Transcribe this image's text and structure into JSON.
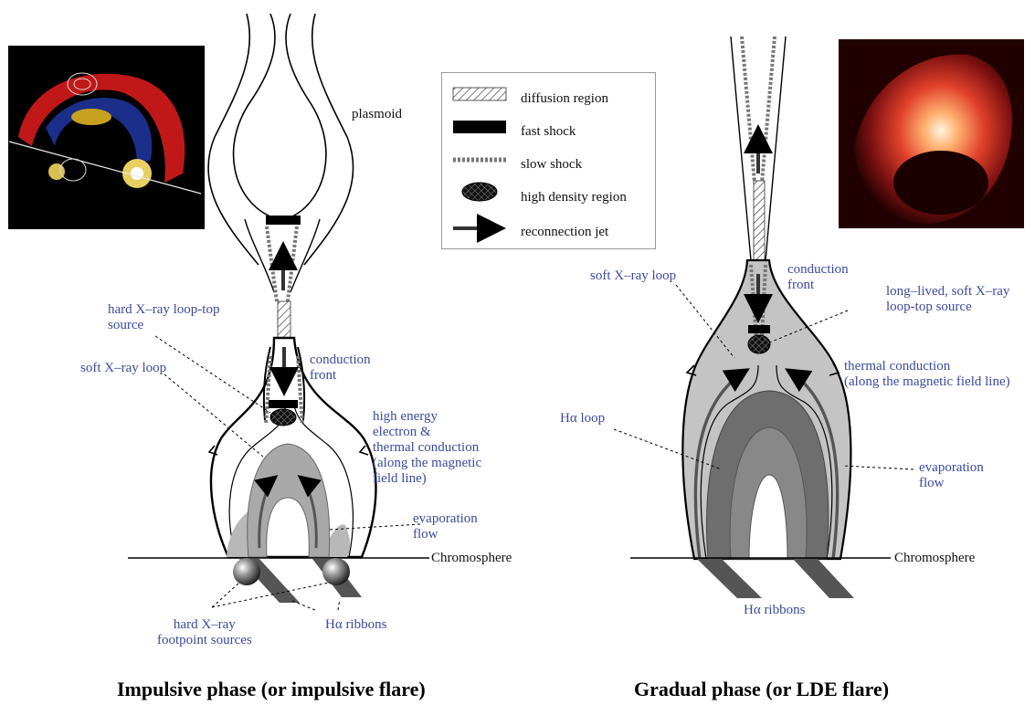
{
  "legend": {
    "items": [
      {
        "label": "diffusion region",
        "icon": "hatched-rectangle"
      },
      {
        "label": "fast shock",
        "icon": "black-bar"
      },
      {
        "label": "slow shock",
        "icon": "dotted-gray-line"
      },
      {
        "label": "high density region",
        "icon": "crosshatch-ellipse"
      },
      {
        "label": "reconnection jet",
        "icon": "arrow"
      }
    ]
  },
  "left_panel": {
    "caption": "Impulsive phase (or impulsive flare)",
    "labels": {
      "plasmoid": "plasmoid",
      "hxr_looptop": "hard X–ray loop-top\nsource",
      "sxr_loop": "soft X–ray loop",
      "conduction_front": "conduction\nfront",
      "high_energy": "high energy\nelectron &\nthermal conduction\n(along the magnetic\nfield line)",
      "evaporation": "evaporation\nflow",
      "chromosphere": "Chromosphere",
      "hxr_footpoint": "hard X–ray\nfootpoint sources",
      "ha_ribbons": "Hα ribbons"
    }
  },
  "right_panel": {
    "caption": "Gradual phase (or LDE flare)",
    "labels": {
      "sxr_loop": "soft X–ray loop",
      "conduction_front": "conduction\nfront",
      "longlived": "long–lived, soft X–ray\nloop-top source",
      "thermal_conduction": "thermal conduction\n(along the magnetic field line)",
      "ha_loop": "Hα loop",
      "evaporation": "evaporation\nflow",
      "chromosphere": "Chromosphere",
      "ha_ribbons": "Hα ribbons"
    }
  },
  "colors": {
    "label_blue": "#3b4a9c",
    "light_gray": "#b8b8b8",
    "mid_gray": "#a9a9a9",
    "dark_gray": "#6e6e6e",
    "line": "#000000"
  }
}
